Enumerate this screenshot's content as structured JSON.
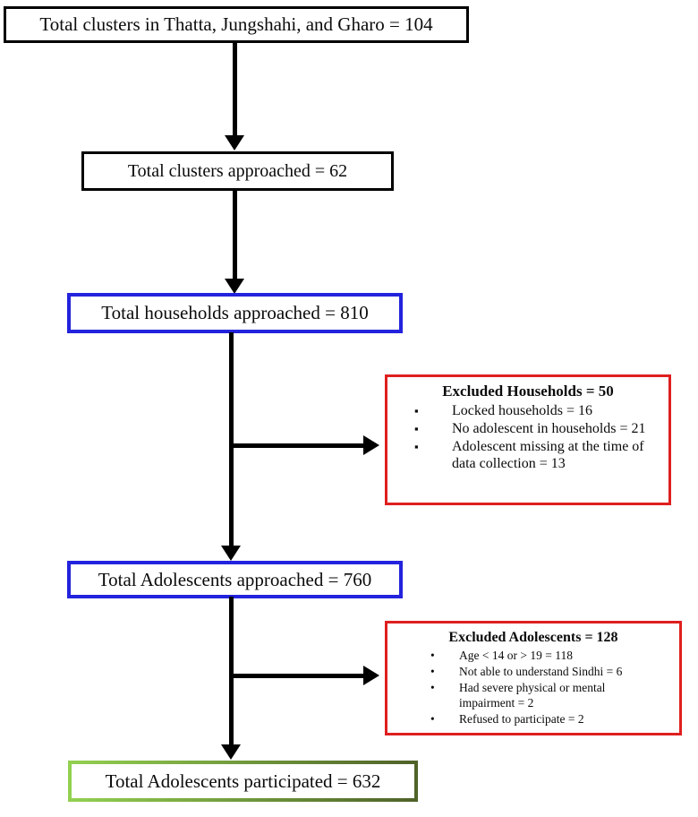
{
  "boxes": {
    "total_clusters": "Total clusters in Thatta, Jungshahi, and Gharo = 104",
    "clusters_approached": "Total clusters approached = 62",
    "households_approached": "Total households approached = 810",
    "adolescents_approached": "Total Adolescents approached = 760",
    "adolescents_participated": "Total Adolescents participated = 632"
  },
  "excluded_households": {
    "title": "Excluded Households = 50",
    "items": [
      "Locked households = 16",
      "No adolescent in households = 21",
      "Adolescent missing at the time of data collection = 13"
    ]
  },
  "excluded_adolescents": {
    "title": "Excluded Adolescents = 128",
    "items": [
      "Age < 14 or > 19 = 118",
      "Not able to understand Sindhi = 6",
      "Had severe physical or mental impairment = 2",
      "Refused to participate = 2"
    ]
  },
  "colors": {
    "box_border_black": "#000000",
    "box_border_blue": "#2323dd",
    "box_border_red": "#df1f1f",
    "green_gradient_start": "#92d050",
    "green_gradient_end": "#4f6228",
    "arrow": "#000000"
  }
}
